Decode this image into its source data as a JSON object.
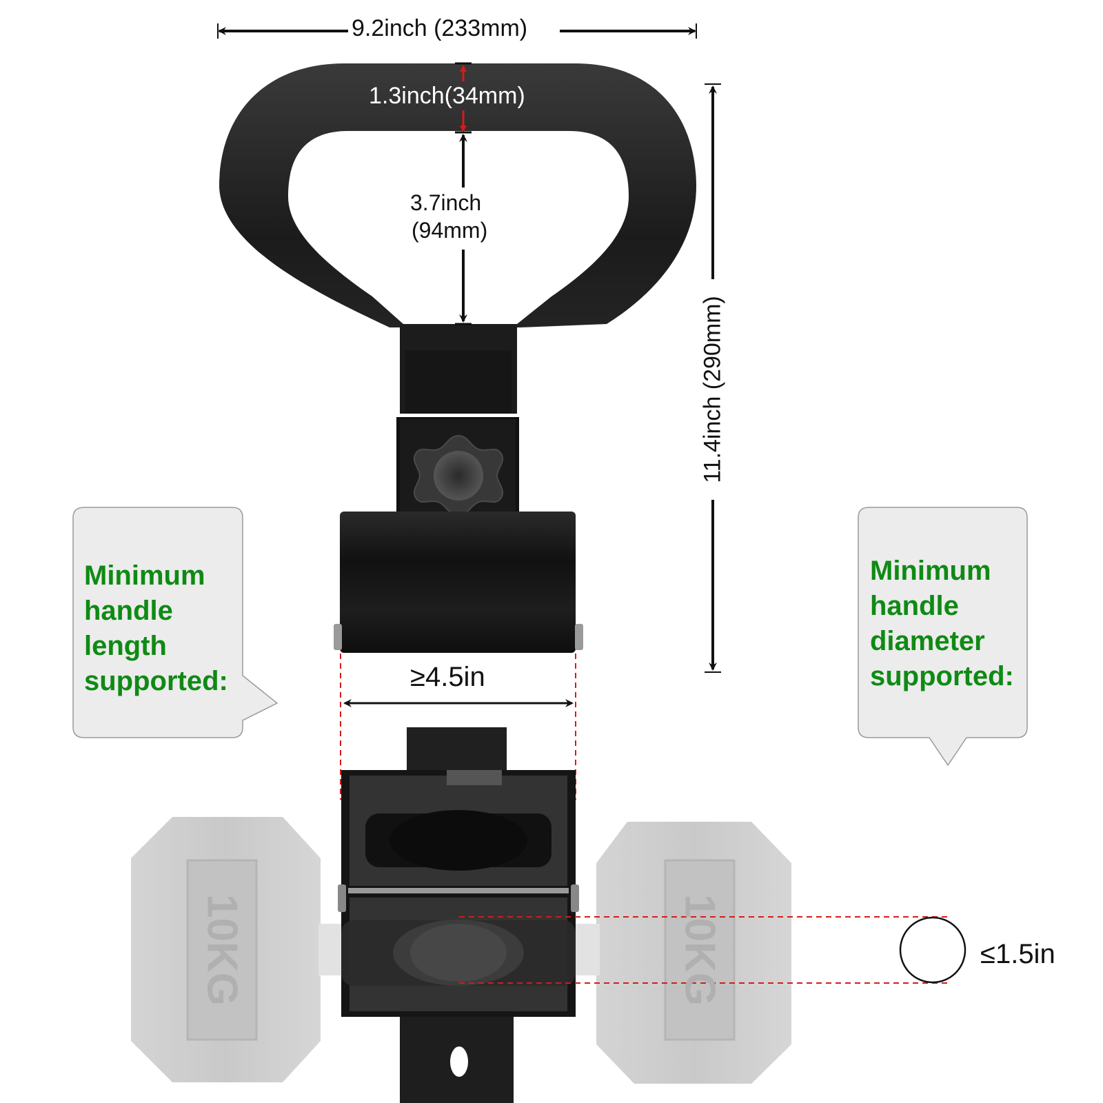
{
  "dimensions": {
    "overall_width": "9.2inch (233mm)",
    "grip_thickness": "1.3inch(34mm)",
    "inner_height_line1": "3.7inch",
    "inner_height_line2": "(94mm)",
    "overall_height": "11.4inch (290mm)",
    "min_handle_length": "≥4.5in",
    "max_handle_diameter": "≤1.5in"
  },
  "callouts": {
    "left": {
      "lines": [
        "Minimum",
        "handle",
        "length",
        "supported:"
      ]
    },
    "right": {
      "lines": [
        "Minimum",
        "handle",
        "diameter",
        "supported:"
      ]
    }
  },
  "dumbbell": {
    "left_plate_label": "10KG",
    "right_plate_label": "10KG"
  },
  "colors": {
    "callout_text": "#0f8a14",
    "callout_bg": "#ececec",
    "guide_red": "#d61a1a",
    "product_black": "#1a1a1a"
  }
}
